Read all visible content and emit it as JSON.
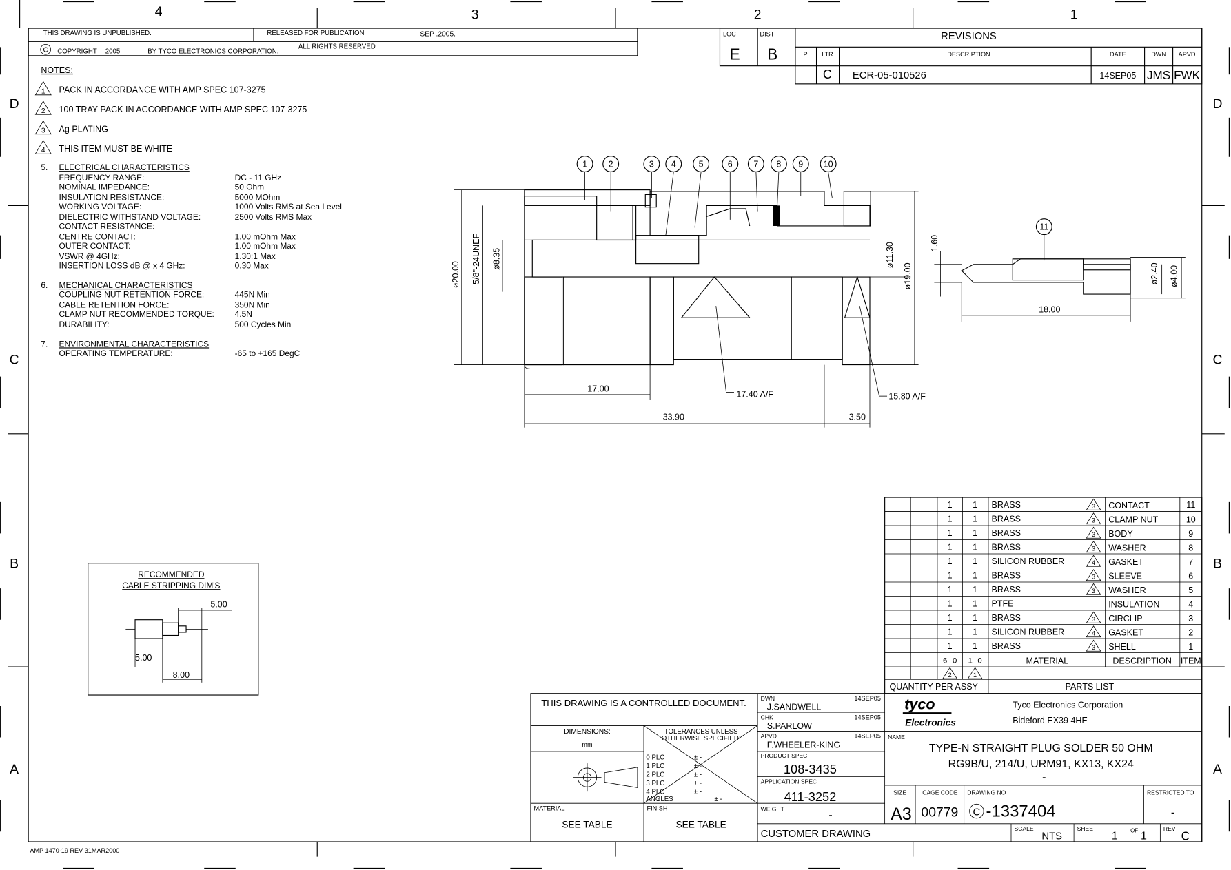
{
  "zones": {
    "top": [
      "4",
      "3",
      "2",
      "1"
    ],
    "side": [
      "D",
      "C",
      "B",
      "A"
    ]
  },
  "header": {
    "unpublished": "THIS DRAWING IS UNPUBLISHED.",
    "released": "RELEASED FOR PUBLICATION",
    "release_date": "SEP .2005.",
    "copyright_symbol": "C",
    "copyright_word": "COPYRIGHT",
    "copyright_year": "2005",
    "by": "BY TYCO ELECTRONICS CORPORATION.",
    "rights": "ALL RIGHTS RESERVED"
  },
  "loc_dist": {
    "loc_label": "LOC",
    "loc_value": "E",
    "dist_label": "DIST",
    "dist_value": "B"
  },
  "revisions": {
    "title": "REVISIONS",
    "headers": {
      "p": "P",
      "ltr": "LTR",
      "description": "DESCRIPTION",
      "date": "DATE",
      "dwn": "DWN",
      "apvd": "APVD"
    },
    "row": {
      "p": "",
      "ltr": "C",
      "description": "ECR-05-010526",
      "date": "14SEP05",
      "dwn": "JMS",
      "apvd": "FWK"
    }
  },
  "notes": {
    "heading": "NOTES:",
    "flagged": [
      {
        "num": "1",
        "text": "PACK IN ACCORDANCE WITH AMP SPEC 107-3275"
      },
      {
        "num": "2",
        "text": "100 TRAY PACK IN ACCORDANCE WITH AMP SPEC 107-3275"
      },
      {
        "num": "3",
        "text": "Ag PLATING"
      },
      {
        "num": "4",
        "text": "THIS ITEM MUST BE WHITE"
      }
    ],
    "sections": [
      {
        "num": "5.",
        "title": "ELECTRICAL CHARACTERISTICS",
        "rows": [
          [
            "FREQUENCY RANGE:",
            "DC - 11 GHz"
          ],
          [
            "NOMINAL IMPEDANCE:",
            "50 Ohm"
          ],
          [
            "INSULATION RESISTANCE:",
            "5000 MOhm"
          ],
          [
            "WORKING VOLTAGE:",
            "1000 Volts RMS at Sea Level"
          ],
          [
            "DIELECTRIC WITHSTAND VOLTAGE:",
            "2500 Volts RMS Max"
          ],
          [
            "CONTACT RESISTANCE:",
            ""
          ],
          [
            "CENTRE CONTACT:",
            "1.00 mOhm Max"
          ],
          [
            "OUTER CONTACT:",
            "1.00 mOhm Max"
          ],
          [
            "VSWR @ 4GHz:",
            "1.30:1 Max"
          ],
          [
            "INSERTION LOSS dB @ x 4 GHz:",
            "0.30 Max"
          ]
        ]
      },
      {
        "num": "6.",
        "title": "MECHANICAL CHARACTERISTICS",
        "rows": [
          [
            "COUPLING NUT RETENTION FORCE:",
            "445N Min"
          ],
          [
            "CABLE RETENTION FORCE:",
            "350N Min"
          ],
          [
            "CLAMP NUT RECOMMENDED TORQUE:",
            "4.5N"
          ],
          [
            "DURABILITY:",
            "500 Cycles Min"
          ]
        ]
      },
      {
        "num": "7.",
        "title": "ENVIRONMENTAL CHARACTERISTICS",
        "rows": [
          [
            "OPERATING TEMPERATURE:",
            "-65 to +165 DegC"
          ]
        ]
      }
    ]
  },
  "main_view": {
    "balloons": [
      "1",
      "2",
      "3",
      "4",
      "5",
      "6",
      "7",
      "8",
      "9",
      "10"
    ],
    "dims": {
      "d20": "ø20.00",
      "thread": "5/8\"-24UNEF",
      "d835": "ø8.35",
      "d1130": "ø11.30",
      "d1900": "ø19.00",
      "l1700": "17.00",
      "l3390": "33.90",
      "l350": "3.50",
      "af1740": "17.40 A/F",
      "af1580": "15.80 A/F"
    }
  },
  "contact_view": {
    "balloon": "11",
    "dims": {
      "h160": "1.60",
      "d240": "ø2.40",
      "d400": "ø4.00",
      "l1800": "18.00"
    }
  },
  "stripping": {
    "title1": "RECOMMENDED",
    "title2": "CABLE STRIPPING DIM'S",
    "d1": "5.00",
    "d2": "5.00",
    "d3": "8.00"
  },
  "parts_list": {
    "rows": [
      {
        "q1": "1",
        "q2": "1",
        "material": "BRASS",
        "flag": "3",
        "description": "CONTACT",
        "item": "11"
      },
      {
        "q1": "1",
        "q2": "1",
        "material": "BRASS",
        "flag": "3",
        "description": "CLAMP NUT",
        "item": "10"
      },
      {
        "q1": "1",
        "q2": "1",
        "material": "BRASS",
        "flag": "3",
        "description": "BODY",
        "item": "9"
      },
      {
        "q1": "1",
        "q2": "1",
        "material": "BRASS",
        "flag": "3",
        "description": "WASHER",
        "item": "8"
      },
      {
        "q1": "1",
        "q2": "1",
        "material": "SILICON RUBBER",
        "flag": "4",
        "description": "GASKET",
        "item": "7"
      },
      {
        "q1": "1",
        "q2": "1",
        "material": "BRASS",
        "flag": "3",
        "description": "SLEEVE",
        "item": "6"
      },
      {
        "q1": "1",
        "q2": "1",
        "material": "BRASS",
        "flag": "3",
        "description": "WASHER",
        "item": "5"
      },
      {
        "q1": "1",
        "q2": "1",
        "material": "PTFE",
        "flag": "",
        "description": "INSULATION",
        "item": "4"
      },
      {
        "q1": "1",
        "q2": "1",
        "material": "BRASS",
        "flag": "3",
        "description": "CIRCLIP",
        "item": "3"
      },
      {
        "q1": "1",
        "q2": "1",
        "material": "SILICON RUBBER",
        "flag": "4",
        "description": "GASKET",
        "item": "2"
      },
      {
        "q1": "1",
        "q2": "1",
        "material": "BRASS",
        "flag": "3",
        "description": "SHELL",
        "item": "1"
      }
    ],
    "header": {
      "q1": "6--0",
      "q2": "1--0",
      "material": "MATERIAL",
      "description": "DESCRIPTION",
      "item": "ITEM"
    },
    "flags": [
      "2",
      "1"
    ],
    "qty_label": "QUANTITY PER ASSY",
    "title": "PARTS LIST"
  },
  "title_block": {
    "controlled": "THIS DRAWING IS A CONTROLLED DOCUMENT.",
    "dimensions_label": "DIMENSIONS:",
    "dimensions_unit": "mm",
    "tol_label1": "TOLERANCES UNLESS",
    "tol_label2": "OTHERWISE SPECIFIED:",
    "tol_rows": [
      [
        "0 PLC",
        "± -"
      ],
      [
        "1 PLC",
        "± -"
      ],
      [
        "2 PLC",
        "± -"
      ],
      [
        "3 PLC",
        "± -"
      ],
      [
        "4 PLC",
        "± -"
      ]
    ],
    "angles_label": "ANGLES",
    "angles_value": "± -",
    "material_label": "MATERIAL",
    "material_value": "SEE TABLE",
    "finish_label": "FINISH",
    "finish_value": "SEE TABLE",
    "dwn_label": "DWN",
    "dwn_name": "J.SANDWELL",
    "dwn_date": "14SEP05",
    "chk_label": "CHK",
    "chk_name": "S.PARLOW",
    "chk_date": "14SEP05",
    "apvd_label": "APVD",
    "apvd_name": "F.WHEELER-KING",
    "apvd_date": "14SEP05",
    "product_spec_label": "PRODUCT SPEC",
    "product_spec": "108-3435",
    "app_spec_label": "APPLICATION SPEC",
    "app_spec": "411-3252",
    "weight_label": "WEIGHT",
    "weight": "-",
    "customer": "CUSTOMER DRAWING",
    "logo_line1": "tyco",
    "logo_line2": "Electronics",
    "company": "Tyco Electronics Corporation",
    "address": "Bideford EX39 4HE",
    "name_label": "NAME",
    "name1": "TYPE-N STRAIGHT PLUG SOLDER 50 OHM",
    "name2": "RG9B/U, 214/U, URM91, KX13, KX24",
    "name3": "-",
    "size_label": "SIZE",
    "size": "A3",
    "cage_label": "CAGE CODE",
    "cage": "00779",
    "dwgno_label": "DRAWING NO",
    "dwgno_prefix": "C",
    "dwgno": "-1337404",
    "restricted_label": "RESTRICTED TO",
    "restricted": "-",
    "scale_label": "SCALE",
    "scale": "NTS",
    "sheet_label": "SHEET",
    "sheet": "1",
    "of_label": "OF",
    "of": "1",
    "rev_label": "REV",
    "rev": "C"
  },
  "form_id": "AMP 1470-19 REV 31MAR2000"
}
